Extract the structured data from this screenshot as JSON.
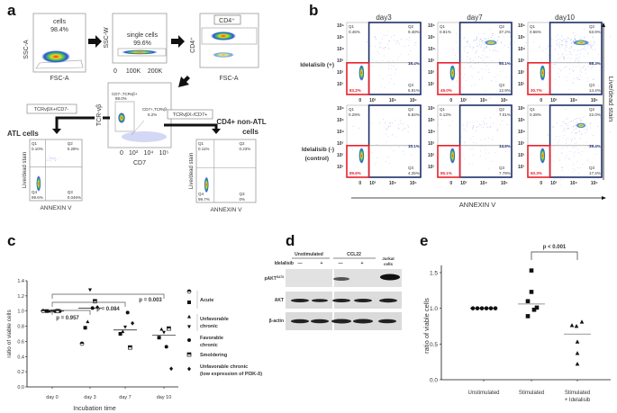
{
  "panel_labels": {
    "a": "a",
    "b": "b",
    "c": "c",
    "d": "d",
    "e": "e"
  },
  "panel_a": {
    "plot1": {
      "gate": "cells",
      "value": "98.4%",
      "ylabel": "SSC-A",
      "xlabel": "FSC-A"
    },
    "plot2": {
      "gate": "single cells",
      "value": "99.6%",
      "ylabel": "SSC-W",
      "x_ticks": [
        "0",
        "100K",
        "200K"
      ]
    },
    "plot3": {
      "gate": "CD4⁺",
      "ylabel": "CD4⁺",
      "xlabel": "FSC-A"
    },
    "plot4": {
      "ylabel": "TCR-vβ",
      "xlabel": "CD7",
      "gate1": "CD7-,TCRvβ+",
      "gate1_value": "88.0%",
      "gate2": "CD7+,TCRvβ-",
      "gate2_value": "5.2%",
      "x_ticks": [
        "0",
        "10³",
        "10⁴",
        "10⁵"
      ]
    },
    "left_box": "TCRvβX+/CD7-",
    "right_box": "TCRvβX-/CD7+",
    "atl": {
      "title": "ATL cells",
      "ylabel": "Live/dead stain",
      "xlabel": "ANNEXIN V",
      "q1": "Q1",
      "q1v": "0.10%",
      "q2": "Q2",
      "q2v": "0.28%",
      "q3": "Q3",
      "q3v": "0.046%",
      "q4": "Q4",
      "q4v": "99.6%"
    },
    "nonatl": {
      "title1": "CD4+ non-ATL",
      "title2": "cells",
      "ylabel": "Live/dead stain",
      "xlabel": "ANNEXIN V",
      "q1": "Q1",
      "q1v": "0.11%",
      "q2": "Q2",
      "q2v": "0.23%",
      "q3": "Q3",
      "q3v": "0%",
      "q4": "Q4",
      "q4v": "99.7%"
    }
  },
  "panel_b": {
    "days": [
      "day3",
      "day7",
      "day10"
    ],
    "row_plus": "Idelalisib (+)",
    "row_minus1": "Idelalisib (-)",
    "row_minus2": "(control)",
    "xlabel": "ANNEXIN V",
    "ylabel": "Live/dead stain",
    "y_ticks": [
      "10⁶",
      "10⁵",
      "10⁴",
      "10³",
      "10²",
      "10¹"
    ],
    "x_ticks": [
      "0",
      "10³",
      "10⁴",
      "10⁵"
    ],
    "plots": [
      {
        "q1": "Q1",
        "q1v": "0.46%",
        "q2": "Q2",
        "q2v": "9.48%",
        "q3": "Q3",
        "q3v": "6.91%",
        "total": "16.4%",
        "live": "83.2%"
      },
      {
        "q1": "Q1",
        "q1v": "0.81%",
        "q2": "Q2",
        "q2v": "37.2%",
        "q3": "Q3",
        "q3v": "12.9%",
        "total": "50.1%",
        "live": "49.0%"
      },
      {
        "q1": "Q1",
        "q1v": "0.56%",
        "q2": "Q2",
        "q2v": "53.9%",
        "q3": "Q3",
        "q3v": "14.4%",
        "total": "68.3%",
        "live": "30.7%"
      },
      {
        "q1": "Q1",
        "q1v": "0.29%",
        "q2": "Q2",
        "q2v": "5.84%",
        "q3": "Q3",
        "q3v": "4.25%",
        "total": "10.1%",
        "live": "89.6%"
      },
      {
        "q1": "Q1",
        "q1v": "0.13%",
        "q2": "Q2",
        "q2v": "7.01%",
        "q3": "Q3",
        "q3v": "7.79%",
        "total": "14.8%",
        "live": "85.1%"
      },
      {
        "q1": "Q1",
        "q1v": "0.28%",
        "q2": "Q2",
        "q2v": "22.0%",
        "q3": "Q3",
        "q3v": "17.4%",
        "total": "39.4%",
        "live": "60.3%"
      }
    ],
    "colors": {
      "dead": "#1f2f6b",
      "live": "#e8202a"
    }
  },
  "panel_d": {
    "group1": "Unstimulated",
    "group2": "CCL22",
    "jurkat1": "Jurkat",
    "jurkat2": "cells",
    "treatment": "Idelalisib",
    "signs": [
      "—",
      "+",
      "—",
      "+"
    ],
    "rows": [
      "pAKT",
      "AKT",
      "β-actin"
    ],
    "pakt_sup": "S473"
  },
  "chart_data": [
    {
      "type": "scatter",
      "id": "c",
      "xlabel": "Incubation time",
      "ylabel": "ratio of viable cells",
      "categories": [
        "day 0",
        "day 3",
        "day 7",
        "day 10"
      ],
      "ylim": [
        0,
        1.4
      ],
      "y_ticks": [
        "0.0",
        "0.2",
        "0.4",
        "0.6",
        "0.8",
        "1.0",
        "1.2",
        "1.4"
      ],
      "series": [
        {
          "name": "Acute",
          "marker": "half-circle",
          "values": [
            1.0,
            0.57,
            null,
            null
          ]
        },
        {
          "name": "Acute",
          "marker": "square",
          "values": [
            1.0,
            0.78,
            0.7,
            0.65
          ]
        },
        {
          "name": "Unfavorable chronic",
          "marker": "triangle",
          "values": [
            1.0,
            0.86,
            0.73,
            0.76
          ]
        },
        {
          "name": "Unfavorable chronic",
          "marker": "triangle-down",
          "values": [
            1.0,
            1.28,
            0.79,
            0.72
          ]
        },
        {
          "name": "Favorable chronic",
          "marker": "circle",
          "values": [
            1.0,
            1.04,
            0.98,
            0.53
          ]
        },
        {
          "name": "Smoldering",
          "marker": "half-square",
          "values": [
            1.0,
            1.13,
            0.52,
            0.77
          ]
        },
        {
          "name": "Unfavorable chronic (low expression of PI3K-δ)",
          "marker": "diamond",
          "values": [
            1.0,
            1.05,
            0.84,
            0.24
          ]
        }
      ],
      "medians": [
        1.0,
        1.04,
        0.75,
        0.68
      ],
      "comparisons": [
        {
          "label": "p = 0.957",
          "from": "day 0",
          "to": "day 3"
        },
        {
          "label": "p = 0.084",
          "from": "day 0",
          "to": "day 7"
        },
        {
          "label": "p = 0.003",
          "from": "day 0",
          "to": "day 10"
        }
      ],
      "legend": {
        "acute": "Acute",
        "unfav1": "Unfavorable",
        "unfav2": "chronic",
        "fav1": "Favorable",
        "fav2": "chronic",
        "smold": "Smoldering",
        "low1": "Unfavorable chronic",
        "low2": "(low expression of PI3K-δ)"
      },
      "legend_position": "right"
    },
    {
      "type": "scatter",
      "id": "e",
      "xlabel": "",
      "ylabel": "ratio of viable cells",
      "categories": [
        "Unstimulated",
        "Stimulated",
        "Stimulated",
        "+ Idelalisib"
      ],
      "ylim": [
        0,
        1.6
      ],
      "y_ticks": [
        "0.0",
        "0.5",
        "1.0",
        "1.5"
      ],
      "series": [
        {
          "name": "Unstimulated",
          "marker": "circle",
          "values": [
            1.0,
            1.0,
            1.0,
            1.0,
            1.0,
            1.0
          ]
        },
        {
          "name": "Stimulated",
          "marker": "square",
          "values": [
            1.53,
            1.23,
            1.1,
            0.98,
            1.01,
            0.89
          ]
        },
        {
          "name": "Stimulated + Idelalisib",
          "marker": "triangle",
          "values": [
            0.76,
            0.75,
            0.81,
            0.53,
            0.37,
            0.22
          ]
        }
      ],
      "medians": [
        1.0,
        1.06,
        0.64
      ],
      "comparisons": [
        {
          "label": "p < 0.001",
          "from": "Stimulated",
          "to": "Stimulated + Idelalisib"
        }
      ]
    }
  ]
}
